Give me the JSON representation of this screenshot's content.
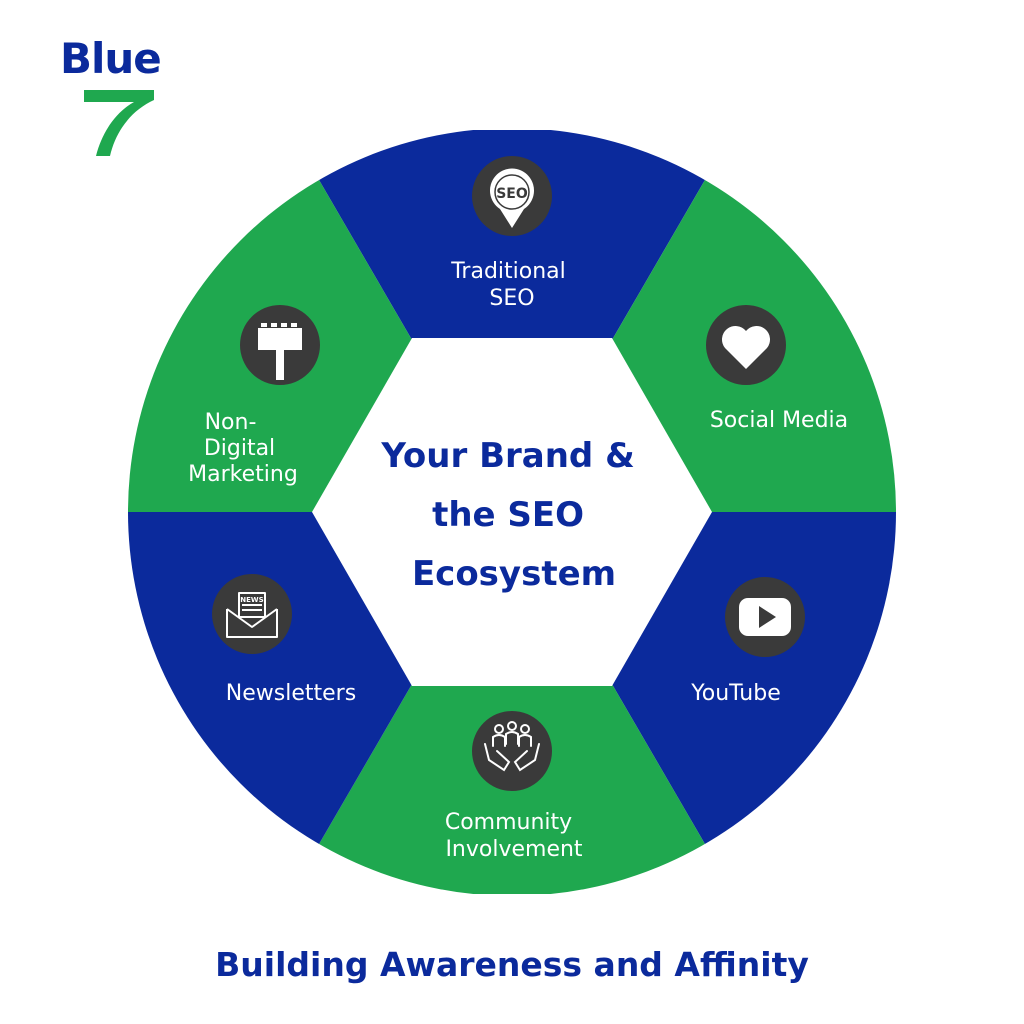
{
  "brand": {
    "logo_text": "Blue",
    "logo_mark": "7"
  },
  "center": {
    "lines": [
      "Your Brand &",
      "the SEO",
      "Ecosystem"
    ]
  },
  "segments": [
    {
      "id": "traditional-seo",
      "label_lines": [
        "Traditional",
        "SEO"
      ],
      "icon": "seo-pin-icon",
      "color": "#0b2a9c"
    },
    {
      "id": "social-media",
      "label_lines": [
        "Social Media"
      ],
      "icon": "heart-icon",
      "color": "#1fa84f"
    },
    {
      "id": "youtube",
      "label_lines": [
        "YouTube"
      ],
      "icon": "youtube-play-icon",
      "color": "#0b2a9c"
    },
    {
      "id": "community-involvement",
      "label_lines": [
        "Community",
        "Involvement"
      ],
      "icon": "community-hands-icon",
      "color": "#1fa84f"
    },
    {
      "id": "newsletters",
      "label_lines": [
        "Newsletters"
      ],
      "icon": "newsletter-envelope-icon",
      "color": "#0b2a9c"
    },
    {
      "id": "non-digital-marketing",
      "label_lines": [
        "Non-",
        "Digital",
        "Marketing"
      ],
      "icon": "billboard-icon",
      "color": "#1fa84f"
    }
  ],
  "icon_seo_text": "SEO",
  "icon_news_text": "NEWS",
  "tagline": "Building Awareness and Affinity",
  "colors": {
    "blue": "#0b2a9c",
    "green": "#1fa84f",
    "icon_bg": "#3a3a3a",
    "white": "#ffffff"
  }
}
